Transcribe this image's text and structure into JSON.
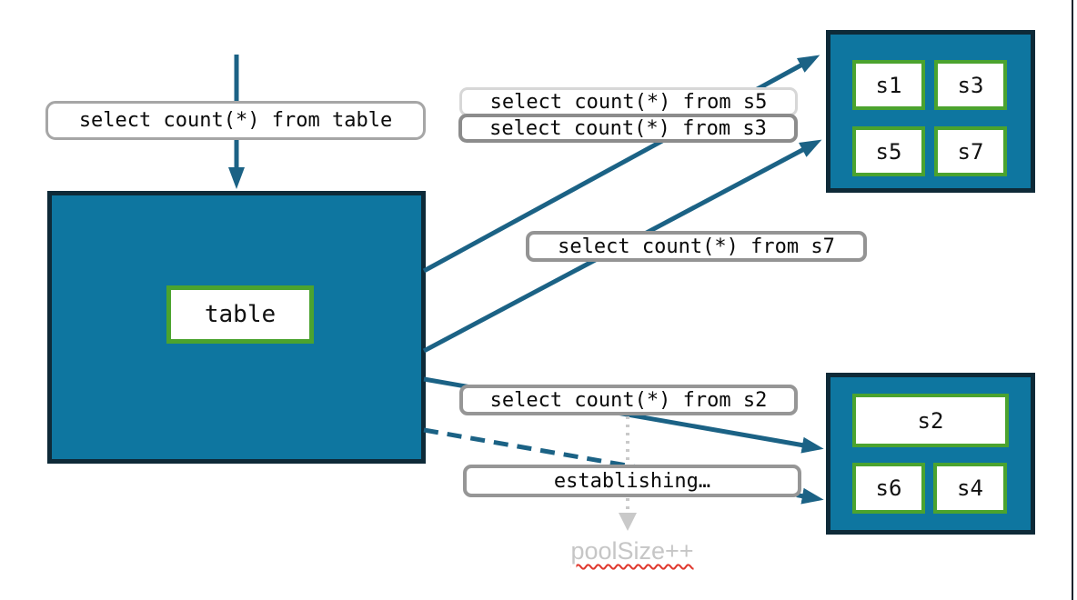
{
  "labels": {
    "query_table": "select count(*) from table",
    "query_s5": "select count(*) from s5",
    "query_s3": "select count(*) from s3",
    "query_s7": "select count(*) from s7",
    "query_s2": "select count(*) from s2",
    "establishing": "establishing…",
    "pool_size": "poolSize++"
  },
  "table_box": {
    "label": "table"
  },
  "shard_groups": {
    "top": {
      "cells": [
        "s1",
        "s3",
        "s5",
        "s7"
      ]
    },
    "bottom": {
      "cells": [
        "s2",
        "s6",
        "s4"
      ]
    }
  },
  "palette": {
    "teal_fill": "#0e76a0",
    "dark_box_border": "#0e2a38",
    "green_cell_border": "#4ba32f",
    "arrow_teal": "#1b6285",
    "label_border_gray": "#969696",
    "label_border_light": "#d7d7d7",
    "dotted_arrow_gray": "#c9c9c9",
    "pool_text_gray": "#c6c6c6",
    "squiggle_red": "#e0382e"
  }
}
